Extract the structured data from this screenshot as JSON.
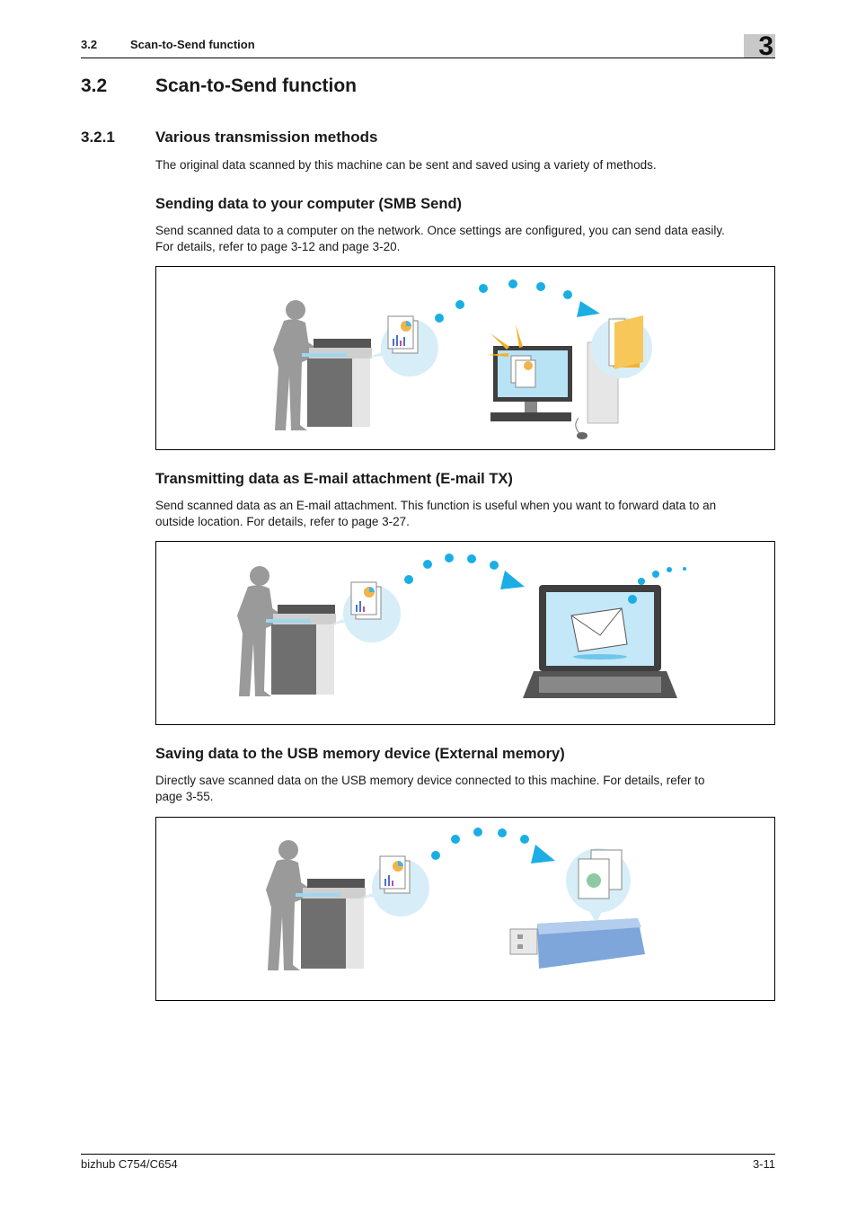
{
  "header": {
    "section_number": "3.2",
    "section_title": "Scan-to-Send function",
    "chapter_number": "3"
  },
  "section": {
    "number": "3.2",
    "title": "Scan-to-Send function"
  },
  "subsection": {
    "number": "3.2.1",
    "title": "Various transmission methods",
    "intro": "The original data scanned by this machine can be sent and saved using a variety of methods."
  },
  "topics": [
    {
      "heading": "Sending data to your computer (SMB Send)",
      "line1": "Send scanned data to a computer on the network. Once settings are configured, you can send data easily.",
      "line2": "For details, refer to page 3-12 and page 3-20."
    },
    {
      "heading": "Transmitting data as E-mail attachment (E-mail TX)",
      "line1": "Send scanned data as an E-mail attachment. This function is useful when you want to forward data to an",
      "line2": "outside location. For details, refer to page 3-27."
    },
    {
      "heading": "Saving data to the USB memory device (External memory)",
      "line1": "Directly save scanned data on the USB memory device connected to this machine. For details, refer to",
      "line2": "page 3-55."
    }
  ],
  "footer": {
    "model": "bizhub C754/C654",
    "page": "3-11"
  },
  "colors": {
    "dot": "#1aaee5",
    "bubble": "#d7eef8",
    "folder": "#f4b02a",
    "usb": "#7ea6da"
  }
}
